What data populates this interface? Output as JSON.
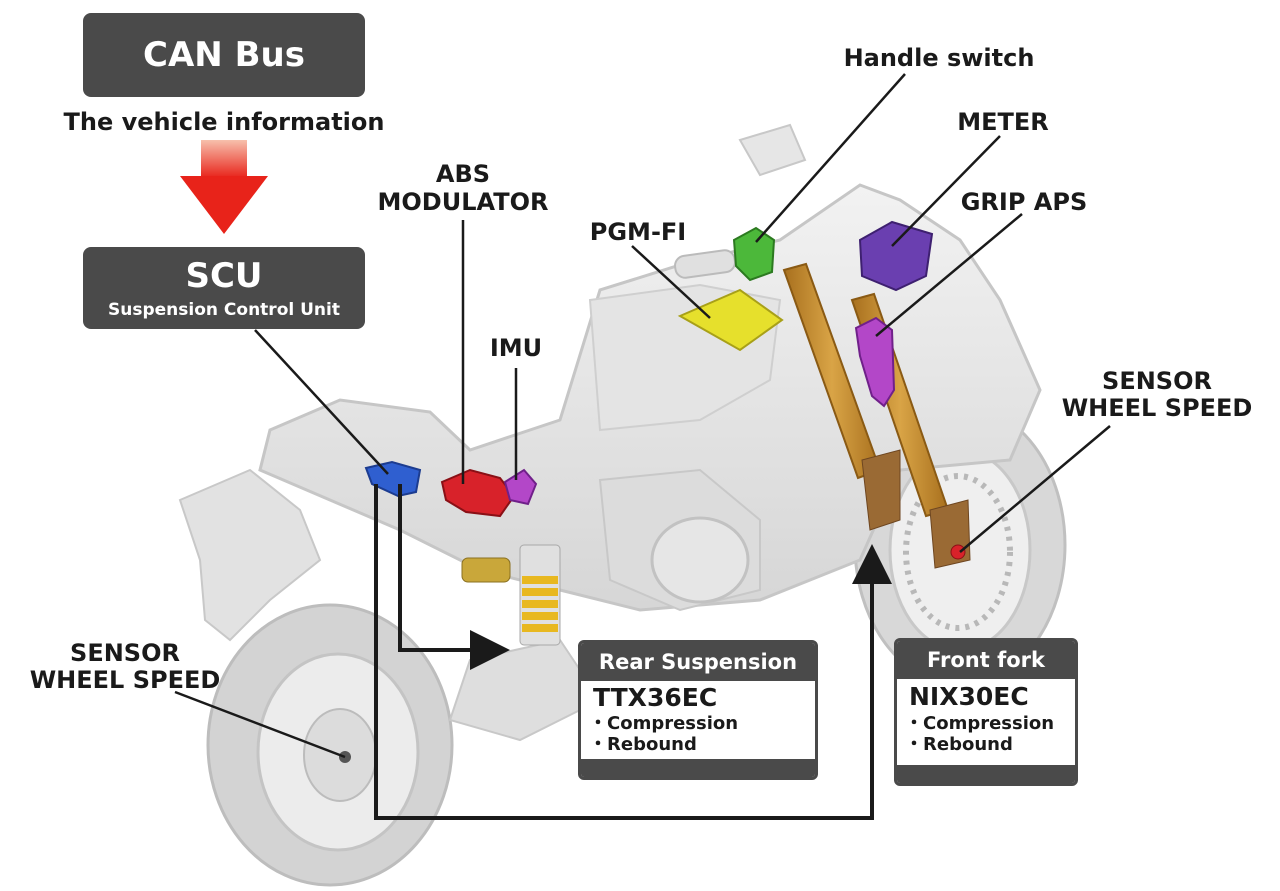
{
  "can_bus": {
    "title": "CAN Bus",
    "subtitle": "The vehicle information"
  },
  "scu": {
    "title": "SCU",
    "subtitle": "Suspension Control Unit"
  },
  "labels": {
    "abs_line1": "ABS",
    "abs_line2": "MODULATOR",
    "imu": "IMU",
    "pgm_fi": "PGM-FI",
    "handle_switch": "Handle switch",
    "meter": "METER",
    "grip_aps": "GRIP APS",
    "sensor_front_line1": "SENSOR",
    "sensor_front_line2": "WHEEL SPEED",
    "sensor_rear_line1": "SENSOR",
    "sensor_rear_line2": "WHEEL SPEED"
  },
  "rear_suspension": {
    "header": "Rear Suspension",
    "model": "TTX36EC",
    "items": [
      "・Compression",
      "・Rebound"
    ]
  },
  "front_fork": {
    "header": "Front fork",
    "model": "NIX30EC",
    "items": [
      "・Compression",
      "・Rebound"
    ]
  },
  "colors": {
    "box_fill": "#4a4a4a",
    "arrow_top": "#f39a7c",
    "arrow_bottom": "#e8231a",
    "scu_blue": "#2f5fd0",
    "abs_red": "#d8222a",
    "imu_purple": "#b347c8",
    "pgm_yellow": "#e6e02c",
    "handle_green": "#4cb83a",
    "meter_purple": "#6a3fb0",
    "fork_orange": "#c98a2a",
    "shock_yellow": "#e8b820"
  }
}
